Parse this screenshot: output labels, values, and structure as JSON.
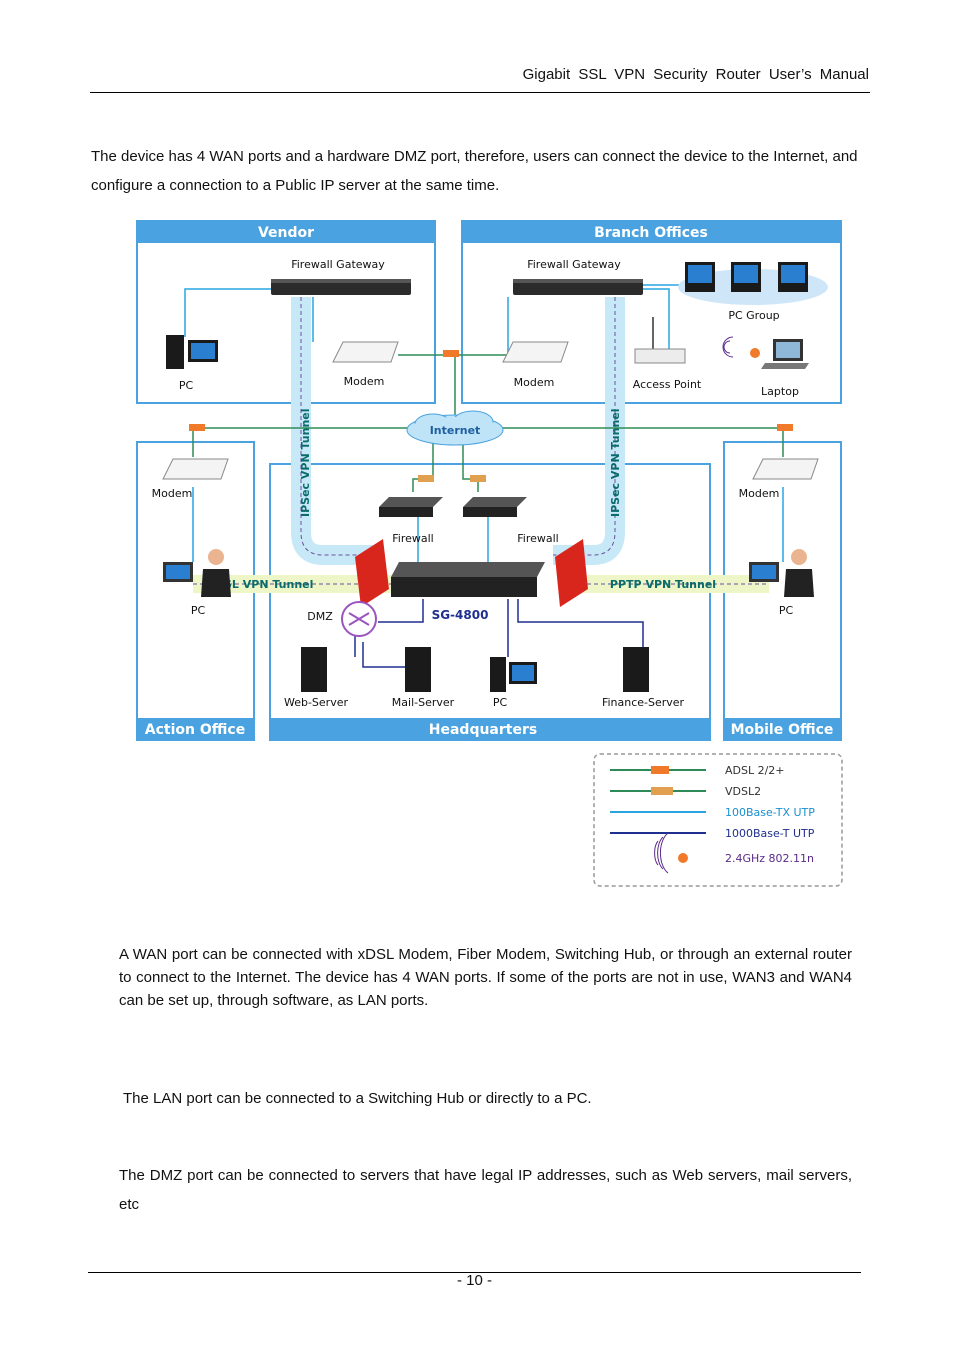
{
  "header": {
    "title": "Gigabit  SSL  VPN  Security  Router  User’s  Manual"
  },
  "intro": "The device has 4 WAN ports and a hardware DMZ port, therefore, users can connect the device to the Internet, and configure a connection to a Public IP server at the same time.",
  "diagram": {
    "zones": {
      "vendor": "Vendor",
      "branch": "Branch Offices",
      "action": "Action Office",
      "hq": "Headquarters",
      "mobile": "Mobile Office"
    },
    "labels": {
      "fw_gateway_vendor": "Firewall Gateway",
      "fw_gateway_branch": "Firewall Gateway",
      "pc_group": "PC Group",
      "pc_vendor": "PC",
      "modem_vendor": "Modem",
      "modem_branch": "Modem",
      "access_point": "Access Point",
      "laptop": "Laptop",
      "internet": "Internet",
      "modem_action": "Modem",
      "modem_mobile": "Modem",
      "firewall_left": "Firewall",
      "firewall_right": "Firewall",
      "pc_action": "PC",
      "pc_mobile": "PC",
      "dmz": "DMZ",
      "device": "SG-4800",
      "web_server": "Web-Server",
      "mail_server": "Mail-Server",
      "pc_hq": "PC",
      "finance_server": "Finance-Server"
    },
    "tunnels": {
      "ipsec_left": "IPSec VPN Tunnel",
      "ipsec_right": "IPSec VPN Tunnel",
      "ssl": "SSL VPN Tunnel",
      "pptp": "PPTP VPN Tunnel"
    },
    "legend": {
      "adsl": "ADSL 2/2+",
      "vdsl": "VDSL2",
      "tx": "100Base-TX UTP",
      "t": "1000Base-T UTP",
      "wifi": "2.4GHz 802.11n"
    },
    "colors": {
      "zone_blue": "#4aa3e0",
      "adsl_green": "#2e8b57",
      "tx_cyan": "#29a6e0",
      "t_navy": "#1f2f8f",
      "firewall_red": "#d9261c",
      "wifi_purple": "#5a2a8a"
    }
  },
  "wan_text": "A WAN port can be connected with xDSL Modem, Fiber Modem, Switching Hub, or through an external router to connect to the Internet. The device has 4 WAN ports. If some of the ports are not in use, WAN3 and WAN4 can be set up, through software, as LAN ports.",
  "lan_text": "The LAN port can be connected to a Switching Hub or directly to a PC.",
  "dmz_text": "The DMZ port can be connected to servers that have legal IP addresses, such as Web servers, mail servers, etc",
  "footer": {
    "page": "- 10 -"
  }
}
